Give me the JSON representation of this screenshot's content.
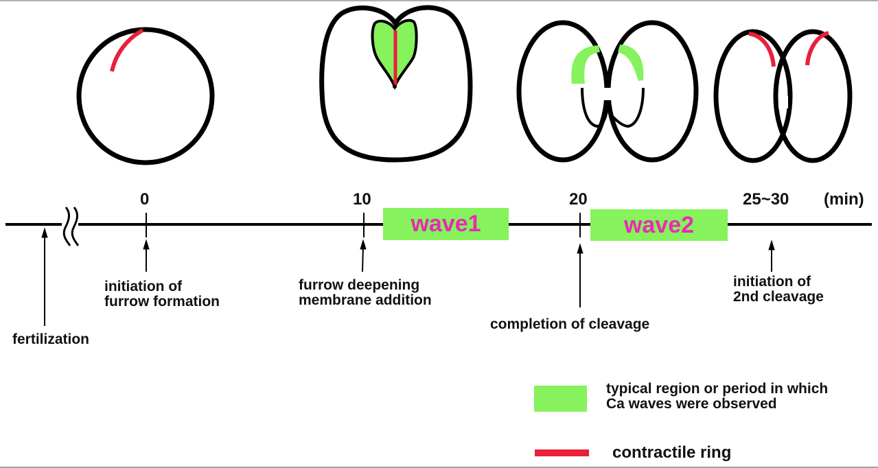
{
  "colors": {
    "cell_outline": "#000000",
    "ca_wave_region": "#86f25c",
    "contractile_ring": "#e8203a",
    "wave_label": "#e82ab4"
  },
  "stages": [
    {
      "name": "uncleaved-egg",
      "shows": [
        "contractile-ring"
      ]
    },
    {
      "name": "furrow-deepening",
      "shows": [
        "ca-wave-region",
        "contractile-ring"
      ]
    },
    {
      "name": "cleavage-complete",
      "shows": [
        "ca-wave-region"
      ]
    },
    {
      "name": "second-cleavage-initiation",
      "shows": [
        "contractile-ring",
        "contractile-ring"
      ]
    }
  ],
  "timeline": {
    "unit": "(min)",
    "ticks": [
      {
        "label": "0"
      },
      {
        "label": "10"
      },
      {
        "label": "20"
      },
      {
        "label": "25~30"
      }
    ],
    "waves": [
      {
        "label": "wave1"
      },
      {
        "label": "wave2"
      }
    ],
    "events": [
      {
        "line1": "fertilization"
      },
      {
        "line1": "initiation of",
        "line2": "furrow formation"
      },
      {
        "line1": "furrow deepening",
        "line2": "membrane addition"
      },
      {
        "line1": "completion of cleavage"
      },
      {
        "line1": "initiation of",
        "line2": "2nd cleavage"
      }
    ]
  },
  "legend": {
    "green": {
      "line1": "typical region or period in which",
      "line2": "Ca waves were observed"
    },
    "red": {
      "line1": "contractile ring"
    }
  }
}
